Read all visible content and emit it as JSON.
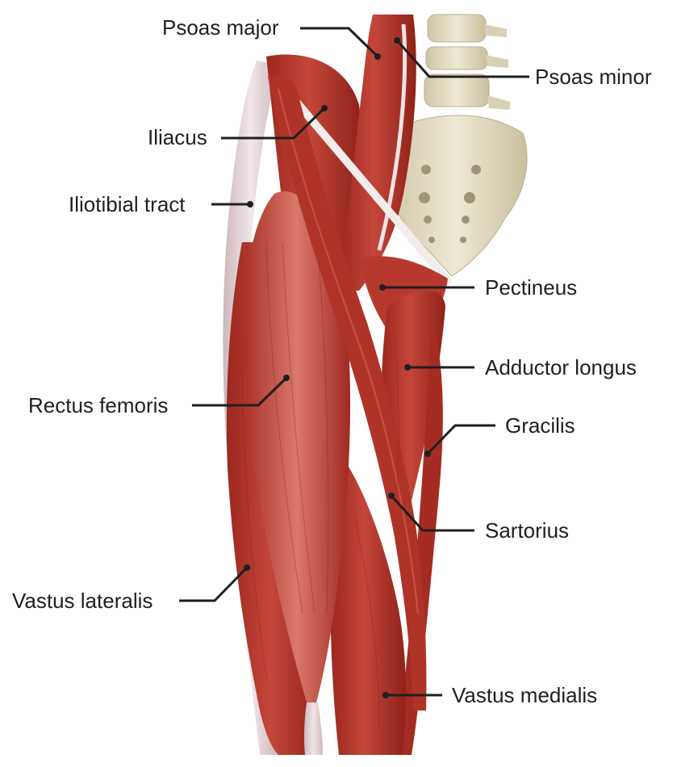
{
  "figure": {
    "labels": {
      "psoas_major": "Psoas major",
      "psoas_minor": "Psoas minor",
      "iliacus": "Iliacus",
      "iliotibial_tract": "Iliotibial tract",
      "pectineus": "Pectineus",
      "adductor_longus": "Adductor longus",
      "rectus_femoris": "Rectus femoris",
      "gracilis": "Gracilis",
      "sartorius": "Sartorius",
      "vastus_lateralis": "Vastus lateralis",
      "vastus_medialis": "Vastus medialis"
    },
    "colors": {
      "muscle": "#b8352b",
      "muscle_dark": "#8e2219",
      "muscle_light": "#d9665a",
      "tendon": "#e9d9dc",
      "bone": "#e6e0c8",
      "bone_shadow": "#c4bb9c",
      "leader_line": "#1f1f1f"
    }
  }
}
